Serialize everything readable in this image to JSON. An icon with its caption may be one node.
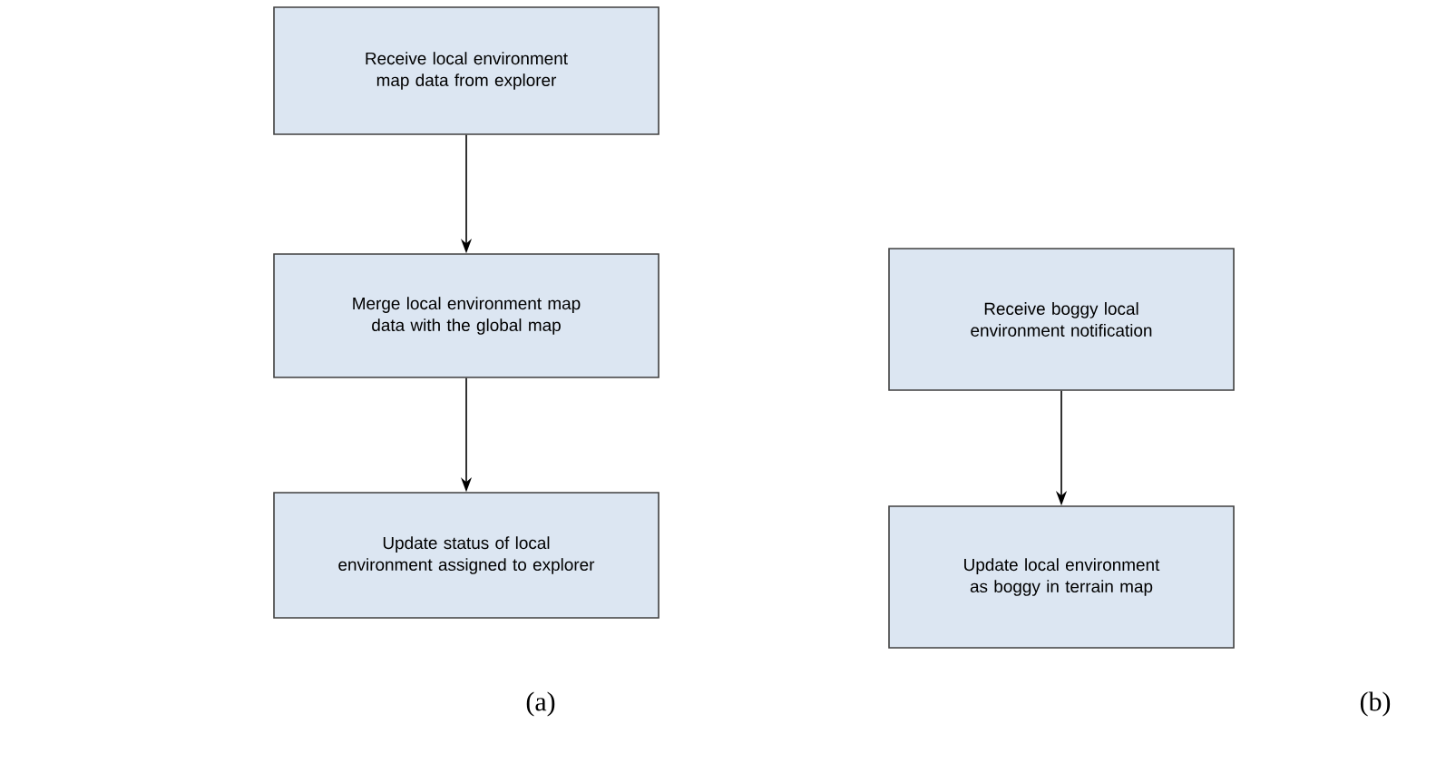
{
  "diagram": {
    "nodes": [
      {
        "text": [
          "Receive local environment map data from explorer"
        ]
      },
      {
        "text": [
          "Merge local environment map data with the global map"
        ]
      },
      {
        "text": [
          "Update status of local environment assigned to explorer"
        ]
      },
      {
        "text": [
          "Receive boggy local environment notification"
        ]
      },
      {
        "text": [
          "Update local environment as boggy in terrain map"
        ]
      }
    ],
    "edges": [
      {
        "from": 0,
        "to": 1,
        "arrow": "to"
      },
      {
        "from": 1,
        "to": 2,
        "arrow": "to"
      },
      {
        "from": 3,
        "to": 4,
        "arrow": "to"
      }
    ],
    "labels": [
      "(a)",
      "(b)"
    ]
  }
}
